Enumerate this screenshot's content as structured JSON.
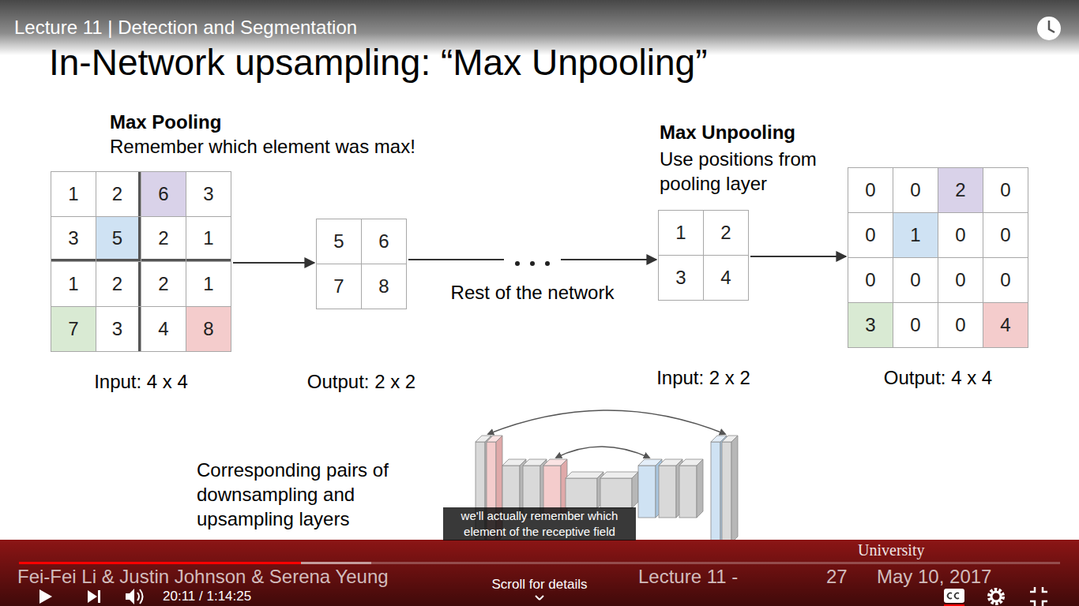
{
  "diagram": {
    "title": "In-Network upsampling: “Max Unpooling”",
    "nodes": [
      {
        "text": [
          "1",
          "2",
          "6",
          "3",
          "3",
          "5",
          "2",
          "1",
          "1",
          "2",
          "2",
          "1",
          "7",
          "3",
          "4",
          "8",
          "Input: 4 x 4"
        ]
      },
      {
        "text": [
          "5",
          "6",
          "7",
          "8",
          "Output: 2 x 2"
        ]
      },
      {
        "text": [
          "1",
          "2",
          "3",
          "4",
          "Input: 2 x 2"
        ]
      },
      {
        "text": [
          "0",
          "0",
          "2",
          "0",
          "0",
          "1",
          "0",
          "0",
          "0",
          "0",
          "0",
          "0",
          "3",
          "0",
          "0",
          "4",
          "Output: 4 x 4"
        ]
      }
    ],
    "edges": [
      {
        "from": 0,
        "to": 1,
        "arrow": "to"
      },
      {
        "from": 1,
        "to": 2,
        "arrow": "to",
        "label": "Rest of the network"
      },
      {
        "from": 2,
        "to": 3,
        "arrow": "to"
      }
    ],
    "labels": [
      "Lecture 11 | Detection and Segmentation",
      "Max Pooling",
      "Remember which element was max!",
      "Max Unpooling",
      "Use positions from pooling layer",
      "Corresponding pairs of downsampling and upsampling layers",
      "we'll actually remember which element of the receptive field",
      "20:11 / 1:14:25",
      "Scroll for details",
      "Fei-Fei Li & Justin Johnson & Serena Yeung",
      "Lecture 11 -",
      "27",
      "May 10, 2017",
      "University"
    ]
  }
}
